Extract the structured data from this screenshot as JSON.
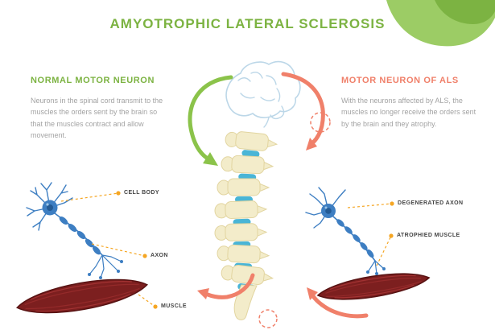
{
  "title": "AMYOTROPHIC LATERAL SCLEROSIS",
  "left_section": {
    "heading": "NORMAL MOTOR NEURON",
    "description": "Neurons in the spinal cord transmit to the muscles the orders sent by the brain so that the muscles contract and allow movement.",
    "labels": {
      "cell_body": "CELL BODY",
      "axon": "AXON",
      "muscle": "MUSCLE"
    }
  },
  "right_section": {
    "heading": "MOTOR NEURON OF ALS",
    "description": "With the neurons affected by ALS, the muscles no longer receive the orders sent by the brain and they atrophy.",
    "labels": {
      "degenerated_axon": "DEGENERATED AXON",
      "atrophied_muscle": "ATROPHIED MUSCLE"
    }
  },
  "colors": {
    "title_green": "#7cb342",
    "heading_salmon": "#f0806a",
    "body_text_gray": "#a3a3a3",
    "label_text": "#454545",
    "leader_orange": "#f5a623",
    "neuron_blue": "#3d7ec2",
    "muscle_red": "#7c1f1f",
    "spine_cream": "#f3ecca",
    "disc_blue": "#49b5d6",
    "brain_outline_blue": "#bcd7e8"
  }
}
